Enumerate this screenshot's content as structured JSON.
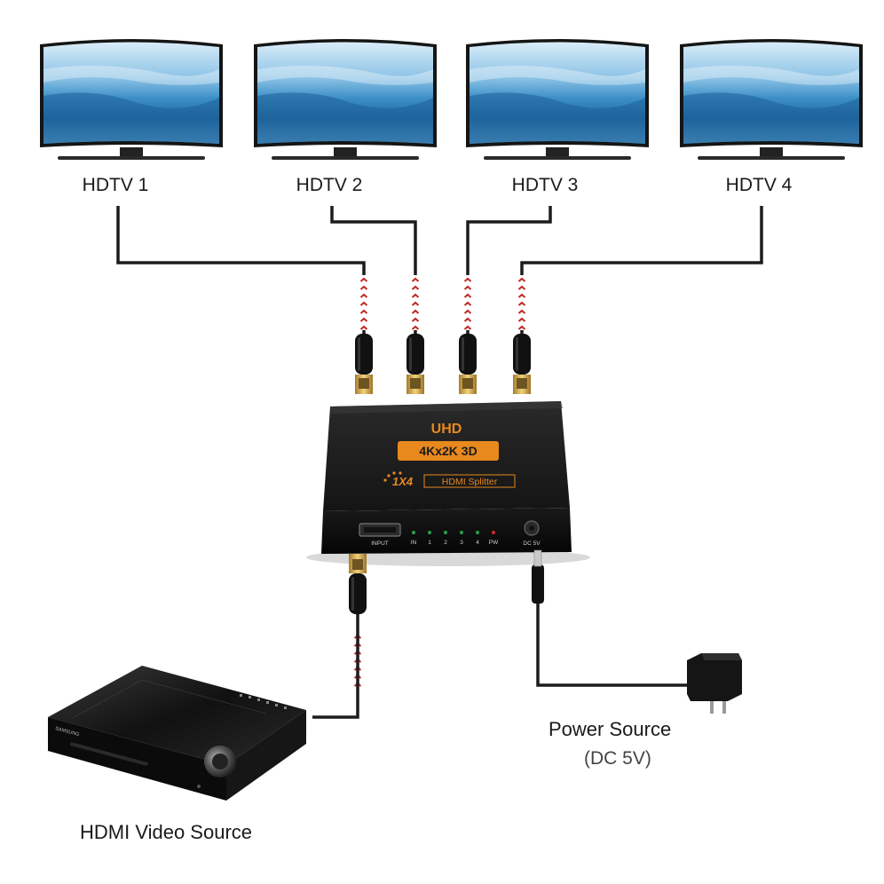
{
  "tvs": [
    {
      "label": "HDTV 1"
    },
    {
      "label": "HDTV 2"
    },
    {
      "label": "HDTV 3"
    },
    {
      "label": "HDTV 4"
    }
  ],
  "splitter": {
    "uhd": "UHD",
    "resolution": "4Kx2K 3D",
    "model": "1X4",
    "model_desc": "HDMI Splitter",
    "input_port": "INPUT",
    "led_labels": [
      "IN",
      "1",
      "2",
      "3",
      "4",
      "PW"
    ],
    "power_port": "DC 5V"
  },
  "source": {
    "label": "HDMI Video Source",
    "brand": "SAMSUNG"
  },
  "power": {
    "label": "Power Source",
    "sub": "(DC 5V)"
  },
  "colors": {
    "cable": "#1c1c1c",
    "cable_marker": "#c0281f",
    "label_orange": "#e8891e",
    "led_green": "#2e9e48",
    "led_red": "#d03030"
  }
}
